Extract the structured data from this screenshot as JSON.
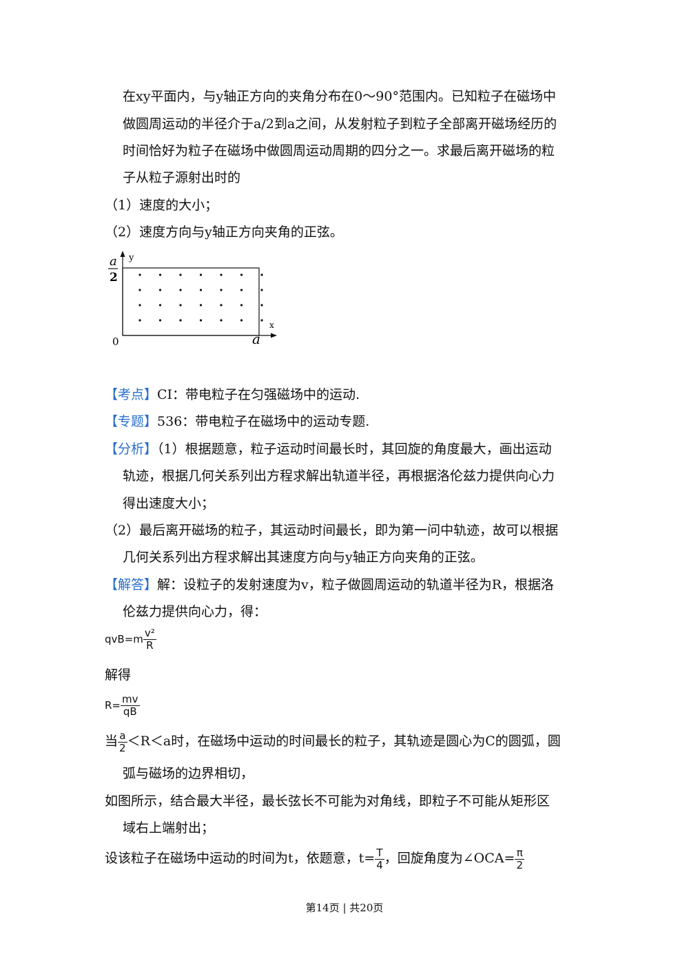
{
  "problem": {
    "line1": "在xy平面内，与y轴正方向的夹角分布在0～90°范围内。已知粒子在磁场中",
    "line2": "做圆周运动的半径介于a/2到a之间，从发射粒子到粒子全部离开磁场经历的",
    "line3": "时间恰好为粒子在磁场中做圆周运动周期的四分之一。求最后离开磁场的粒",
    "line4": "子从粒子源射出时的",
    "q1": "（1）速度的大小；",
    "q2": "（2）速度方向与y轴正方向夹角的正弦。"
  },
  "figure": {
    "y_label": "y",
    "x_label": "x",
    "origin_label": "0",
    "x_end_label": "a",
    "y_top_num": "a",
    "y_top_den": "2",
    "dot_rows": 4,
    "dot_cols": 7
  },
  "kaodian": {
    "tag": "【考点】",
    "text": "CI：带电粒子在匀强磁场中的运动."
  },
  "zhuanti": {
    "tag": "【专题】",
    "text": "536：带电粒子在磁场中的运动专题."
  },
  "fenxi": {
    "tag": "【分析】",
    "line1": "（1）根据题意，粒子运动时间最长时，其回旋的角度最大，画出运动",
    "line2": "轨迹，根据几何关系列出方程求解出轨道半径，再根据洛伦兹力提供向心力",
    "line3": "得出速度大小；",
    "line4": "（2）最后离开磁场的粒子，其运动时间最长，即为第一问中轨迹，故可以根据",
    "line5": "几何关系列出方程求解出其速度方向与y轴正方向夹角的正弦。"
  },
  "jieda": {
    "tag": "【解答】",
    "line1": "解：设粒子的发射速度为v，粒子做圆周运动的轨道半径为R，根据洛",
    "line2": "伦兹力提供向心力，得：",
    "eq1_lhs": "qvB=m",
    "eq1_num": "v²",
    "eq1_den": "R",
    "jiede": "解得",
    "eq2_lhs": "R=",
    "eq2_num": "mv",
    "eq2_den": "qB",
    "l3_pre": "当",
    "l3_num": "a",
    "l3_den": "2",
    "l3_post": "＜R＜a时，在磁场中运动的时间最长的粒子，其轨迹是圆心为C的圆弧，圆",
    "line4": "弧与磁场的边界相切，",
    "line5": "如图所示，结合最大半径，最长弦长不可能为对角线，即粒子不可能从矩形区",
    "line6": "域右上端射出；",
    "l7_pre": "设该粒子在磁场中运动的时间为t，依题意，t=",
    "l7_num": "T",
    "l7_den": "4",
    "l7_mid": "，回旋角度为∠OCA=",
    "l7_num2": "π",
    "l7_den2": "2"
  },
  "footer": {
    "text": "第14页 | 共20页"
  }
}
